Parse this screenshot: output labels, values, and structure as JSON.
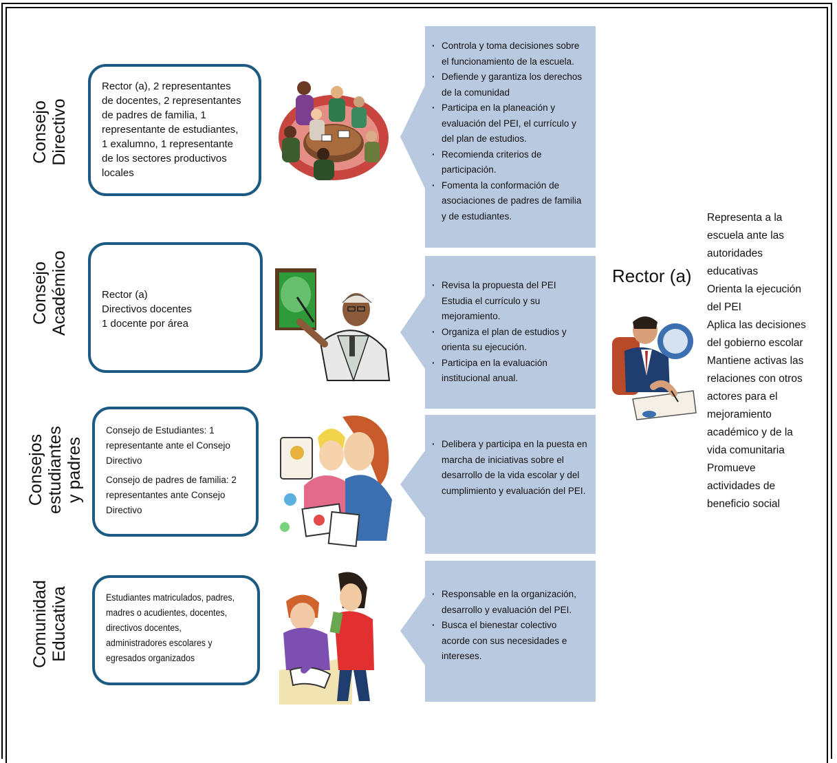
{
  "councils": [
    {
      "title_lines": [
        "Consejo",
        "Directivo"
      ],
      "members": [
        "Rector (a), 2 representantes",
        "de docentes, 2 representantes",
        "de padres de familia,  1",
        "representante de estudiantes,",
        "1 exalumno,  1 representante",
        "de los sectores productivos",
        "locales"
      ],
      "functions": [
        "Controla y toma decisiones sobre el funcionamiento de la escuela.",
        "Defiende y garantiza los derechos de la comunidad",
        "Participa en la planeación y evaluación del PEI, el currículo y del plan de estudios.",
        "Recomienda criterios de participación.",
        "Fomenta la conformación de asociaciones de padres de familia y de estudiantes."
      ]
    },
    {
      "title_lines": [
        "Consejo",
        "Académico"
      ],
      "members": [
        "Rector (a)",
        "Directivos docentes",
        "1 docente por  área"
      ],
      "functions": [
        "Revisa la propuesta del PEI Estudia el currículo y su mejoramiento.",
        "Organiza el plan de estudios y orienta su ejecución.",
        "Participa en la evaluación institucional anual."
      ]
    },
    {
      "title_lines": [
        "Consejos",
        "estudiantes",
        "y padres"
      ],
      "members": [
        "Consejo de Estudiantes: 1 representante ante el Consejo Directivo",
        "Consejo de padres de familia: 2 representantes ante Consejo Directivo"
      ],
      "functions": [
        "Delibera y participa en la puesta en marcha de iniciativas sobre el desarrollo de la vida escolar y del cumplimiento y evaluación del PEI."
      ]
    },
    {
      "title_lines": [
        "Comunidad",
        "Educativa"
      ],
      "members": [
        "Estudiantes matriculados,  padres,",
        "madres o acudientes, docentes,",
        "directivos docentes,",
        "administradores escolares y",
        "egresados organizados"
      ],
      "functions": [
        "Responsable en la organización, desarrollo y evaluación del PEI.",
        "Busca el bienestar colectivo acorde con sus necesidades e intereses."
      ]
    }
  ],
  "rector": {
    "title": "Rector (a)",
    "duties": [
      "Representa a la",
      "escuela  ante las",
      "autoridades",
      "educativas",
      "Orienta la ejecución",
      "del PEI",
      "Aplica las decisiones",
      "del gobierno escolar",
      "Mantiene activas las",
      "relaciones con otros",
      "actores para el",
      "mejoramiento",
      "académico y de la",
      "vida comunitaria",
      "Promueve",
      "actividades de",
      "beneficio social"
    ]
  },
  "colors": {
    "box_border": "#1d5a83",
    "arrow_fill": "#b9c9df",
    "text": "#111111"
  },
  "icons": [
    "meeting-illustration",
    "teacher-blackboard-illustration",
    "students-parents-illustration",
    "community-study-illustration",
    "rector-writing-illustration"
  ]
}
